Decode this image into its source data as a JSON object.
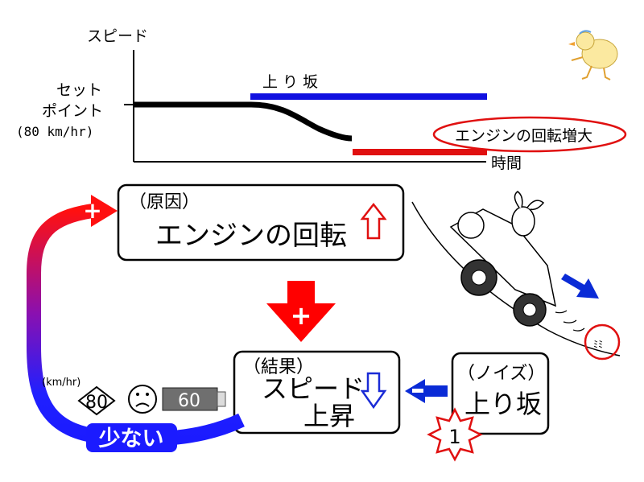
{
  "graph": {
    "y_axis_label": "スピード",
    "setpoint_line1": "セット",
    "setpoint_line2": "ポイント",
    "setpoint_value": "(80 km/hr)",
    "uphill_label": "上 り 坂",
    "engine_increase_label": "エンジンの回転増大",
    "x_axis_label": "時間"
  },
  "loop": {
    "cause_box": {
      "heading": "（原因）",
      "body": "エンジンの回転"
    },
    "effect_box": {
      "heading": "（結果）",
      "body_line1": "スピード",
      "body_line2": "上昇"
    },
    "noise_box": {
      "heading": "（ノイズ）",
      "body": "上り坂"
    },
    "plus_feedback_sign": "+",
    "plus_down_sign": "+",
    "minus_sign": "−",
    "burst_number": "1",
    "less_label": "少ない",
    "unit_label": "(km/hr)",
    "target_speed": "80",
    "current_speed": "60"
  },
  "colors": {
    "setpoint_black": "#000000",
    "uphill_blue": "#1010e0",
    "engine_red": "#e01010",
    "arrow_red": "#ff0000",
    "arrow_blue": "#0a2bd6",
    "feedback_top": "#ff1010",
    "feedback_bottom": "#1b1bff",
    "gauge_gray": "#6f6f6f"
  }
}
